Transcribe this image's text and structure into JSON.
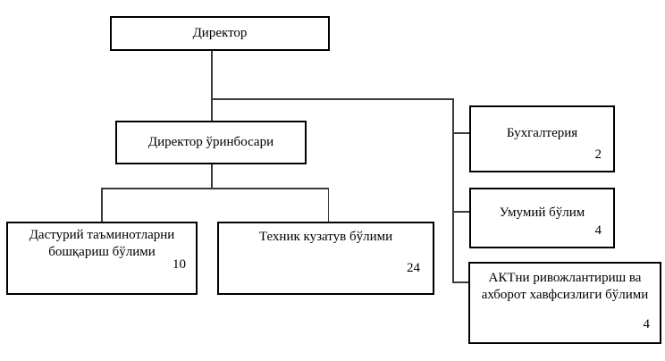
{
  "diagram": {
    "type": "org-chart",
    "language": "uz-cyrillic",
    "colors": {
      "background": "#ffffff",
      "box_border": "#000000",
      "text": "#000000",
      "line": "#3a3a3a"
    },
    "nodes": [
      {
        "id": "director",
        "label": "Директор",
        "count": ""
      },
      {
        "id": "deputy",
        "label": "Директор ўринбосари",
        "count": ""
      },
      {
        "id": "accounting",
        "label": "Бухгалтерия",
        "count": "2"
      },
      {
        "id": "general",
        "label": "Умумий бўлим",
        "count": "4"
      },
      {
        "id": "ict",
        "label": "АКТни ривожлантириш ва ахборот хавфсизлиги бўлими",
        "count": "4"
      },
      {
        "id": "software",
        "label": "Дастурий таъминотларни бошқариш бўлими",
        "count": "10"
      },
      {
        "id": "technical",
        "label": "Техник кузатув бўлими",
        "count": "24"
      }
    ],
    "edges": [
      {
        "from": "director",
        "to": "deputy"
      },
      {
        "from": "director",
        "to": "accounting"
      },
      {
        "from": "director",
        "to": "general"
      },
      {
        "from": "director",
        "to": "ict"
      },
      {
        "from": "deputy",
        "to": "software"
      },
      {
        "from": "deputy",
        "to": "technical"
      }
    ]
  }
}
